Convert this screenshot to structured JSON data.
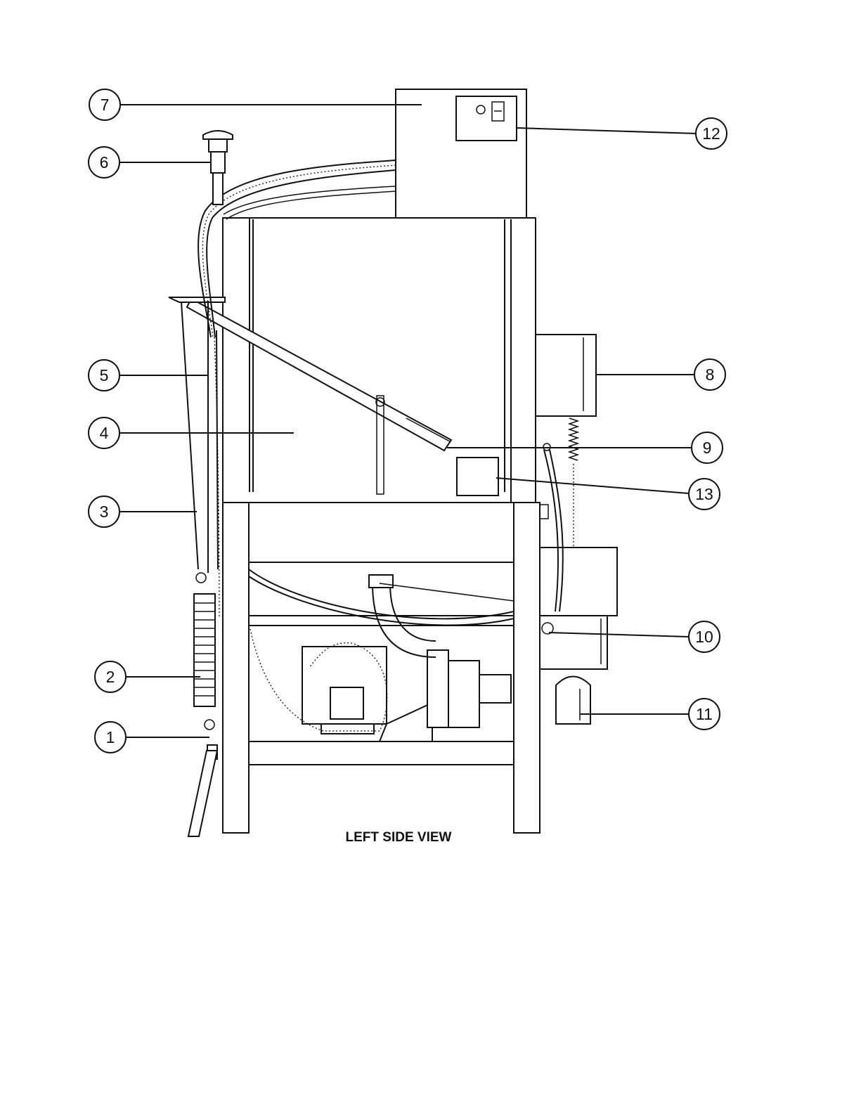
{
  "caption": "LEFT SIDE VIEW",
  "callouts": [
    "1",
    "2",
    "3",
    "4",
    "5",
    "6",
    "7",
    "8",
    "9",
    "10",
    "11",
    "12",
    "13"
  ]
}
